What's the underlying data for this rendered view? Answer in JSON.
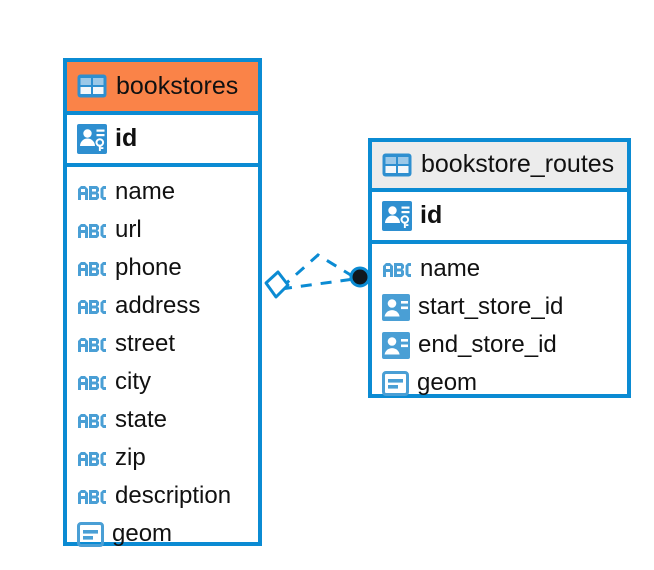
{
  "diagram": {
    "type": "entity-relationship-diagram",
    "background": "#ffffff",
    "accent_color": "#0b8bd3",
    "highlight_color": "#fa8348",
    "header_color": "#ececec"
  },
  "entities": [
    {
      "name": "bookstores",
      "header_style": "orange",
      "icon": "table-icon",
      "primary_key": {
        "label": "id",
        "icon": "key-icon"
      },
      "fields": [
        {
          "label": "name",
          "icon": "abc-icon"
        },
        {
          "label": "url",
          "icon": "abc-icon"
        },
        {
          "label": "phone",
          "icon": "abc-icon"
        },
        {
          "label": "address",
          "icon": "abc-icon"
        },
        {
          "label": "street",
          "icon": "abc-icon"
        },
        {
          "label": "city",
          "icon": "abc-icon"
        },
        {
          "label": "state",
          "icon": "abc-icon"
        },
        {
          "label": "zip",
          "icon": "abc-icon"
        },
        {
          "label": "description",
          "icon": "abc-icon"
        },
        {
          "label": "geom",
          "icon": "geom-icon"
        }
      ]
    },
    {
      "name": "bookstore_routes",
      "header_style": "grey",
      "icon": "table-icon",
      "primary_key": {
        "label": "id",
        "icon": "key-icon"
      },
      "fields": [
        {
          "label": "name",
          "icon": "abc-icon"
        },
        {
          "label": "start_store_id",
          "icon": "foreign-key-icon"
        },
        {
          "label": "end_store_id",
          "icon": "foreign-key-icon"
        },
        {
          "label": "geom",
          "icon": "geom-icon"
        }
      ]
    }
  ],
  "relationship": {
    "style": "dashed",
    "color": "#0b8bd3",
    "source_marker": "diamond-marker",
    "target_marker": "filled-circle-marker"
  }
}
